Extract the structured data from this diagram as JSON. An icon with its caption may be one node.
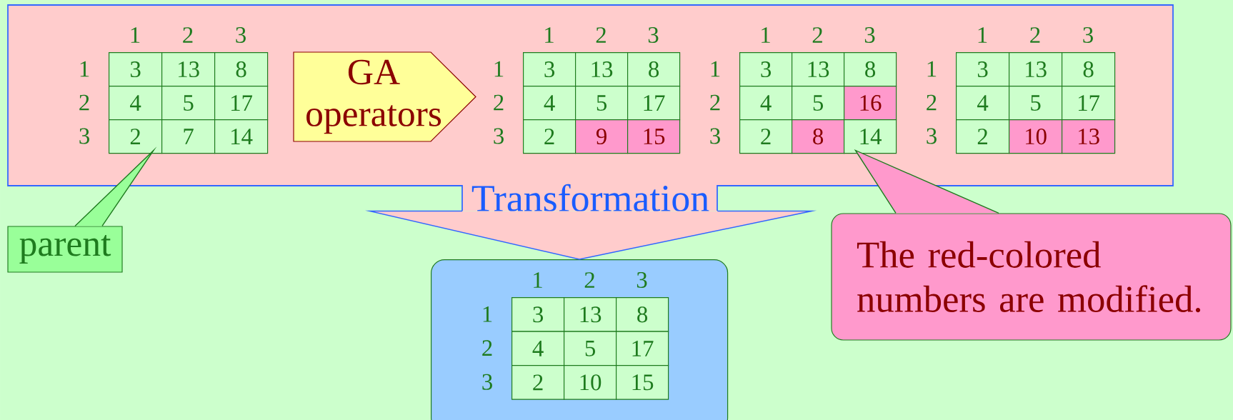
{
  "diagram": {
    "nodes": [
      {
        "text": [
          "Transformation"
        ]
      },
      {
        "text": [
          "3",
          "13",
          "8",
          "4",
          "5",
          "17",
          "2",
          "7",
          "14"
        ],
        "in": 0,
        "beside": [
          "1",
          "2",
          "3",
          "1",
          "2",
          "3"
        ]
      },
      {
        "text": [
          "GA operators"
        ],
        "in": 0
      },
      {
        "text": [
          "3",
          "13",
          "8",
          "4",
          "5",
          "17",
          "2",
          "9",
          "15"
        ],
        "in": 0,
        "beside": [
          "1",
          "2",
          "3",
          "1",
          "2",
          "3"
        ]
      },
      {
        "text": [
          "3",
          "13",
          "8",
          "4",
          "5",
          "16",
          "2",
          "8",
          "14"
        ],
        "in": 0,
        "beside": [
          "1",
          "2",
          "3",
          "1",
          "2",
          "3"
        ]
      },
      {
        "text": [
          "3",
          "13",
          "8",
          "4",
          "5",
          "17",
          "2",
          "10",
          "13"
        ],
        "in": 0,
        "beside": [
          "1",
          "2",
          "3",
          "1",
          "2",
          "3"
        ]
      },
      {
        "text": [
          "parent"
        ]
      },
      {
        "text": [
          "The red-colored numbers are modified."
        ]
      },
      {
        "text": [],
        "shape": "box"
      },
      {
        "text": [
          "3",
          "13",
          "8",
          "4",
          "5",
          "17",
          "2",
          "10",
          "15"
        ],
        "in": 8,
        "beside": [
          "1",
          "2",
          "3",
          "1",
          "2",
          "3"
        ]
      }
    ],
    "edges": [
      {
        "from": 0,
        "to": 8,
        "arrow": "none",
        "color": "#3366ff"
      },
      {
        "from": 6,
        "to": 1,
        "arrow": "none"
      },
      {
        "from": 7,
        "to": 4,
        "arrow": "none"
      }
    ]
  }
}
